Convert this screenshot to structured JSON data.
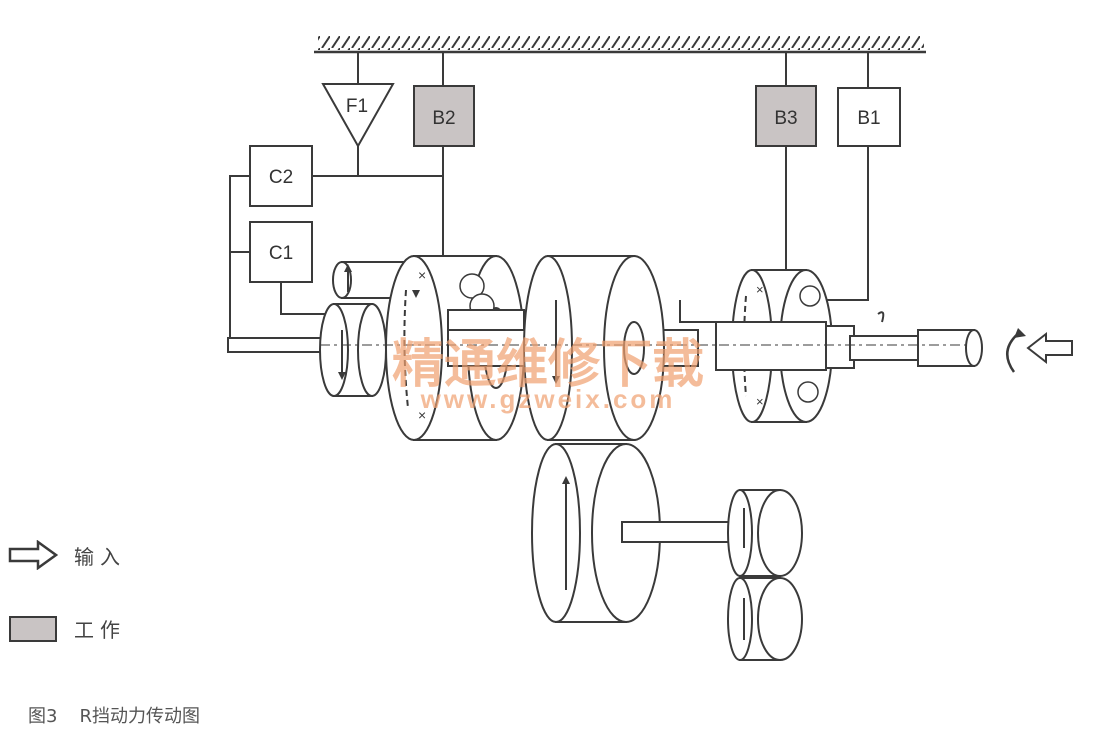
{
  "components": {
    "F1": "F1",
    "B2": "B2",
    "B3": "B3",
    "B1": "B1",
    "C2": "C2",
    "C1": "C1"
  },
  "colors": {
    "working": "#c9c4c4",
    "line": "#3a3a3a",
    "watermark": "#f0a070"
  },
  "watermark": {
    "text": "精通维修下载",
    "url": "www.gzweix.com"
  },
  "legend": {
    "input_label": "输入",
    "working_label": "工作"
  },
  "caption": {
    "number": "图3",
    "title": "R挡动力传动图"
  }
}
